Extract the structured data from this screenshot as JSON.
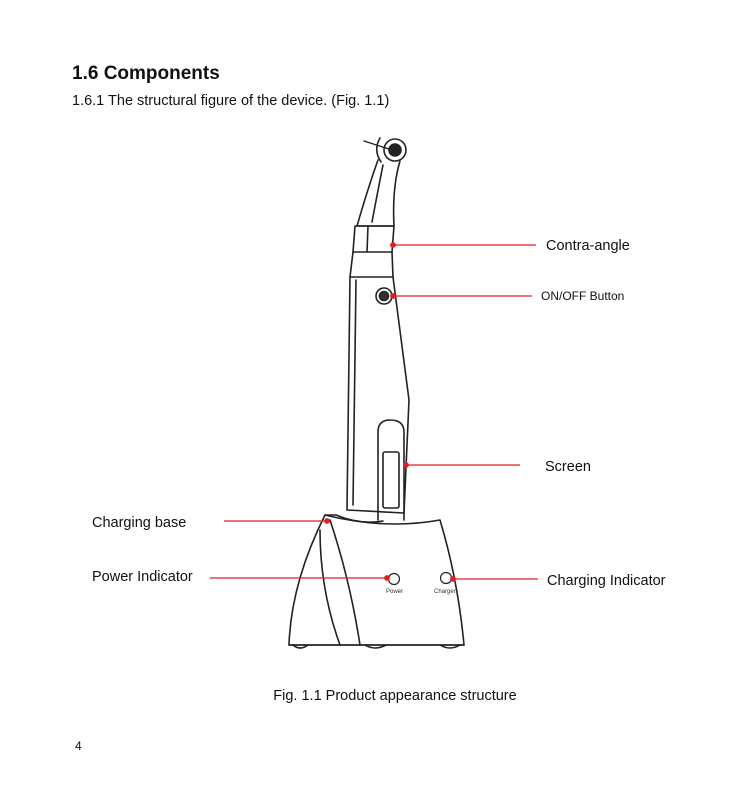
{
  "section": {
    "heading": "1.6 Components",
    "subheading": "1.6.1 The structural figure of the device. (Fig. 1.1)"
  },
  "figure": {
    "labels": {
      "contra_angle": "Contra-angle",
      "on_off_button": "ON/OFF Button",
      "screen": "Screen",
      "charging_base": "Charging base",
      "power_indicator": "Power Indicator",
      "charging_indicator": "Charging Indicator"
    },
    "base_markings": {
      "power": "Power",
      "charger": "Charger"
    },
    "caption": "Fig. 1.1 Product appearance structure",
    "leader_color": "#e02020"
  },
  "page_number": "4"
}
